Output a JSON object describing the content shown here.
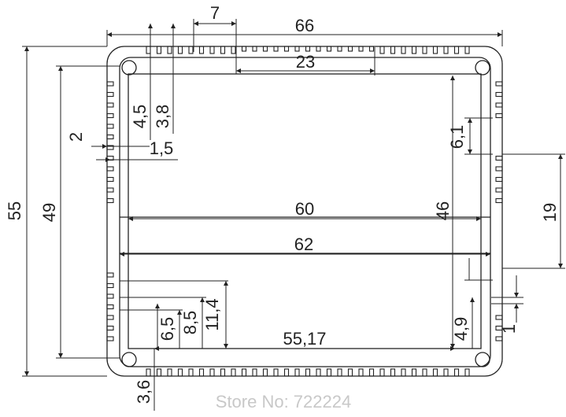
{
  "dimensions": {
    "width_66": "66",
    "height_55": "55",
    "height_49": "49",
    "height_46": "46",
    "width_60": "60",
    "width_62": "62",
    "width_23": "23",
    "fin_pitch_7": "7",
    "fin_4_5": "4,5",
    "fin_3_8": "3,8",
    "wall_2": "2",
    "wall_1_5": "1,5",
    "slot_6_1": "6,1",
    "slot_19": "19",
    "slot_1": "1",
    "span_55_17": "55,17",
    "h_11_4": "11,4",
    "h_8_5": "8,5",
    "h_6_5": "6,5",
    "h_3_6": "3,6",
    "h_4_9": "4,9"
  },
  "watermark": "Store No: 722224"
}
